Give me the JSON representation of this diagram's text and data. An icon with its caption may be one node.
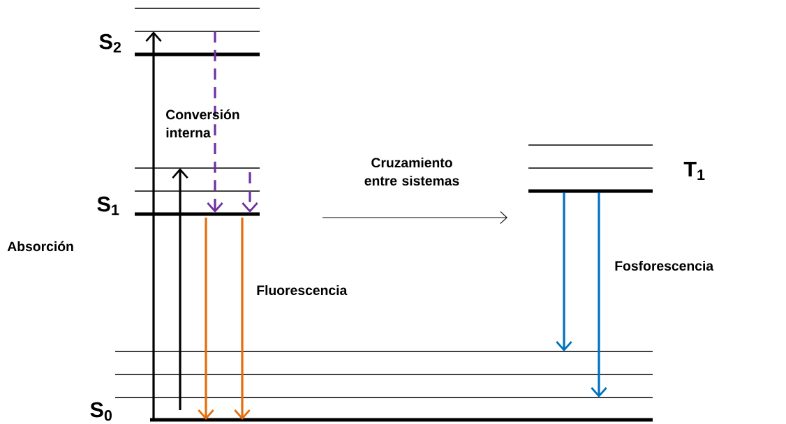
{
  "diagram": {
    "nodes": [
      {
        "text": [
          "S$_{2}$"
        ]
      },
      {
        "text": [],
        "shape": "bar"
      },
      {
        "text": [],
        "shape": "bar"
      },
      {
        "text": [
          "S$_{1}$"
        ]
      },
      {
        "text": [],
        "shape": "bar"
      },
      {
        "text": [],
        "shape": "bar"
      },
      {
        "text": [
          "T$_{1}$"
        ]
      },
      {
        "text": [],
        "shape": "bar"
      },
      {
        "text": [],
        "shape": "bar"
      },
      {
        "text": [
          "S$_{0}$"
        ]
      },
      {
        "text": [],
        "shape": "bar"
      },
      {
        "text": [],
        "shape": "bar"
      },
      {
        "text": [],
        "shape": "bar"
      }
    ],
    "edges": [
      {
        "from": 9,
        "to": 2,
        "arrow": "to"
      },
      {
        "from": 9,
        "to": 4,
        "arrow": "to"
      },
      {
        "from": 2,
        "to": 3,
        "arrow": "to",
        "style": "dashed",
        "color": "#7030a0"
      },
      {
        "from": 4,
        "to": 3,
        "arrow": "to",
        "style": "dashed",
        "color": "#7030a0"
      },
      {
        "from": 3,
        "to": 9,
        "arrow": "to",
        "color": "#e46c0a"
      },
      {
        "from": 3,
        "to": 9,
        "arrow": "to",
        "color": "#e46c0a"
      },
      {
        "from": 6,
        "to": 10,
        "arrow": "to",
        "color": "#0070c0"
      },
      {
        "from": 6,
        "to": 12,
        "arrow": "to",
        "color": "#0070c0"
      }
    ],
    "labels": [
      "Conversión interna",
      "Cruzamiento entre sistemas",
      "Absorción",
      "Fosforescencia",
      "Fluorescencia"
    ]
  }
}
